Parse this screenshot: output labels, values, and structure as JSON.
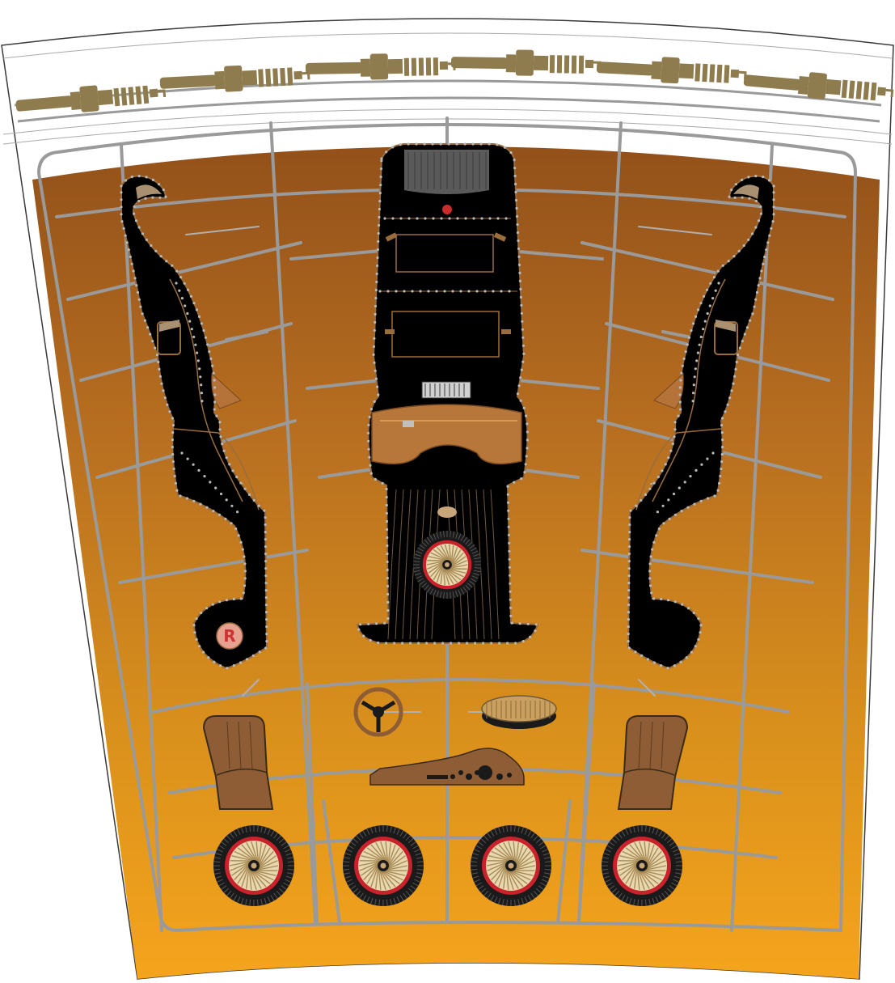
{
  "sheet": {
    "background_gradient": [
      "#93511a",
      "#b86f20",
      "#d9901c",
      "#f5a41c"
    ],
    "frame_color": "#9a9a9a",
    "outline_color": "#3a3a3a"
  },
  "sprue_banner": {
    "item": "spark-plug",
    "count": 6,
    "plug_color": "#8f7c4e"
  },
  "parts": {
    "body_color": "#000000",
    "rivet_color": "#b9b9b9",
    "trim_color": "#9a6d3c",
    "leather_color": "#8e5d36",
    "side_panels": [
      {
        "id": "left",
        "emblem": "R",
        "emblem_color": "#cc3333"
      },
      {
        "id": "right"
      }
    ],
    "hull": {
      "grille_color": "#5a5a5a",
      "indicator_color": "#cc2b2b"
    },
    "accessories": [
      "steering-wheel",
      "air-cleaner",
      "dashboard"
    ],
    "seats": 2,
    "wheels": {
      "count": 4,
      "tire_color": "#1a1a1a",
      "rim_color": "#c9222a",
      "spoke_color": "#a88a55",
      "hub_color": "#e8d8b0"
    }
  }
}
